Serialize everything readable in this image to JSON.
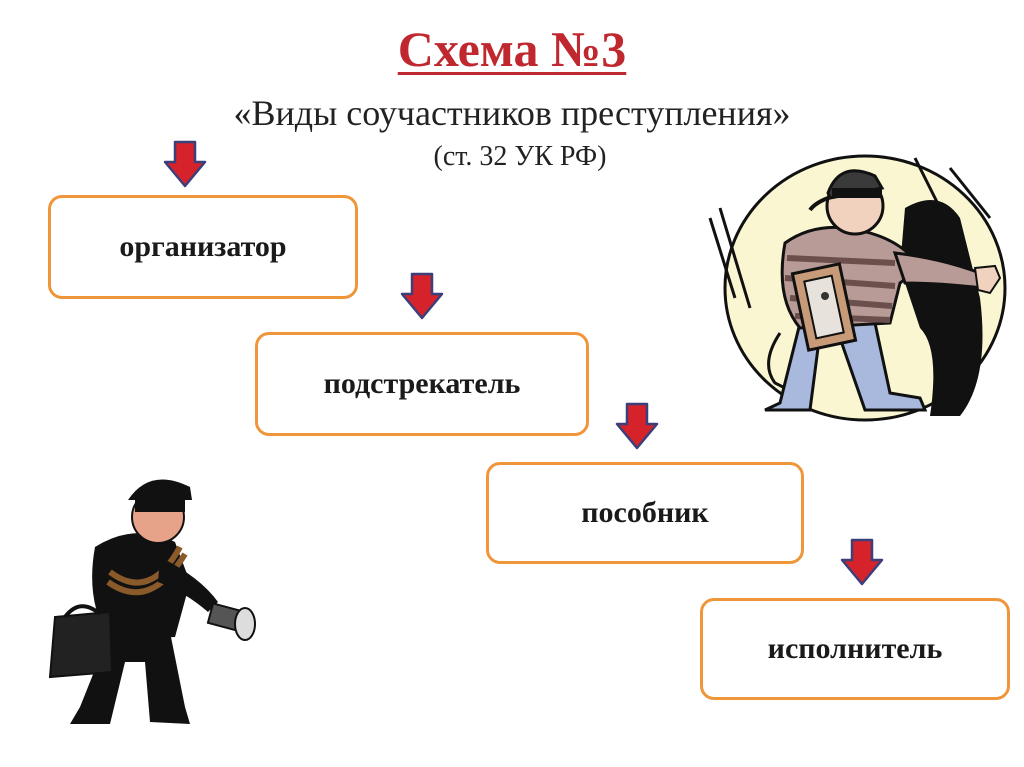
{
  "header": {
    "title": "Схема №3",
    "subtitle": "«Виды соучастников преступления»",
    "reference": "(ст. 32  УК РФ)"
  },
  "steps": [
    {
      "label": "организатор"
    },
    {
      "label": "подстрекатель"
    },
    {
      "label": "пособник"
    },
    {
      "label": "исполнитель"
    }
  ],
  "colors": {
    "title": "#c0282f",
    "box_border": "#f0963a",
    "arrow_fill": "#d6222a",
    "arrow_stroke": "#3b3f7a"
  },
  "illustrations": [
    "burglar-with-safe-illustration",
    "burglar-with-flashlight-illustration"
  ]
}
